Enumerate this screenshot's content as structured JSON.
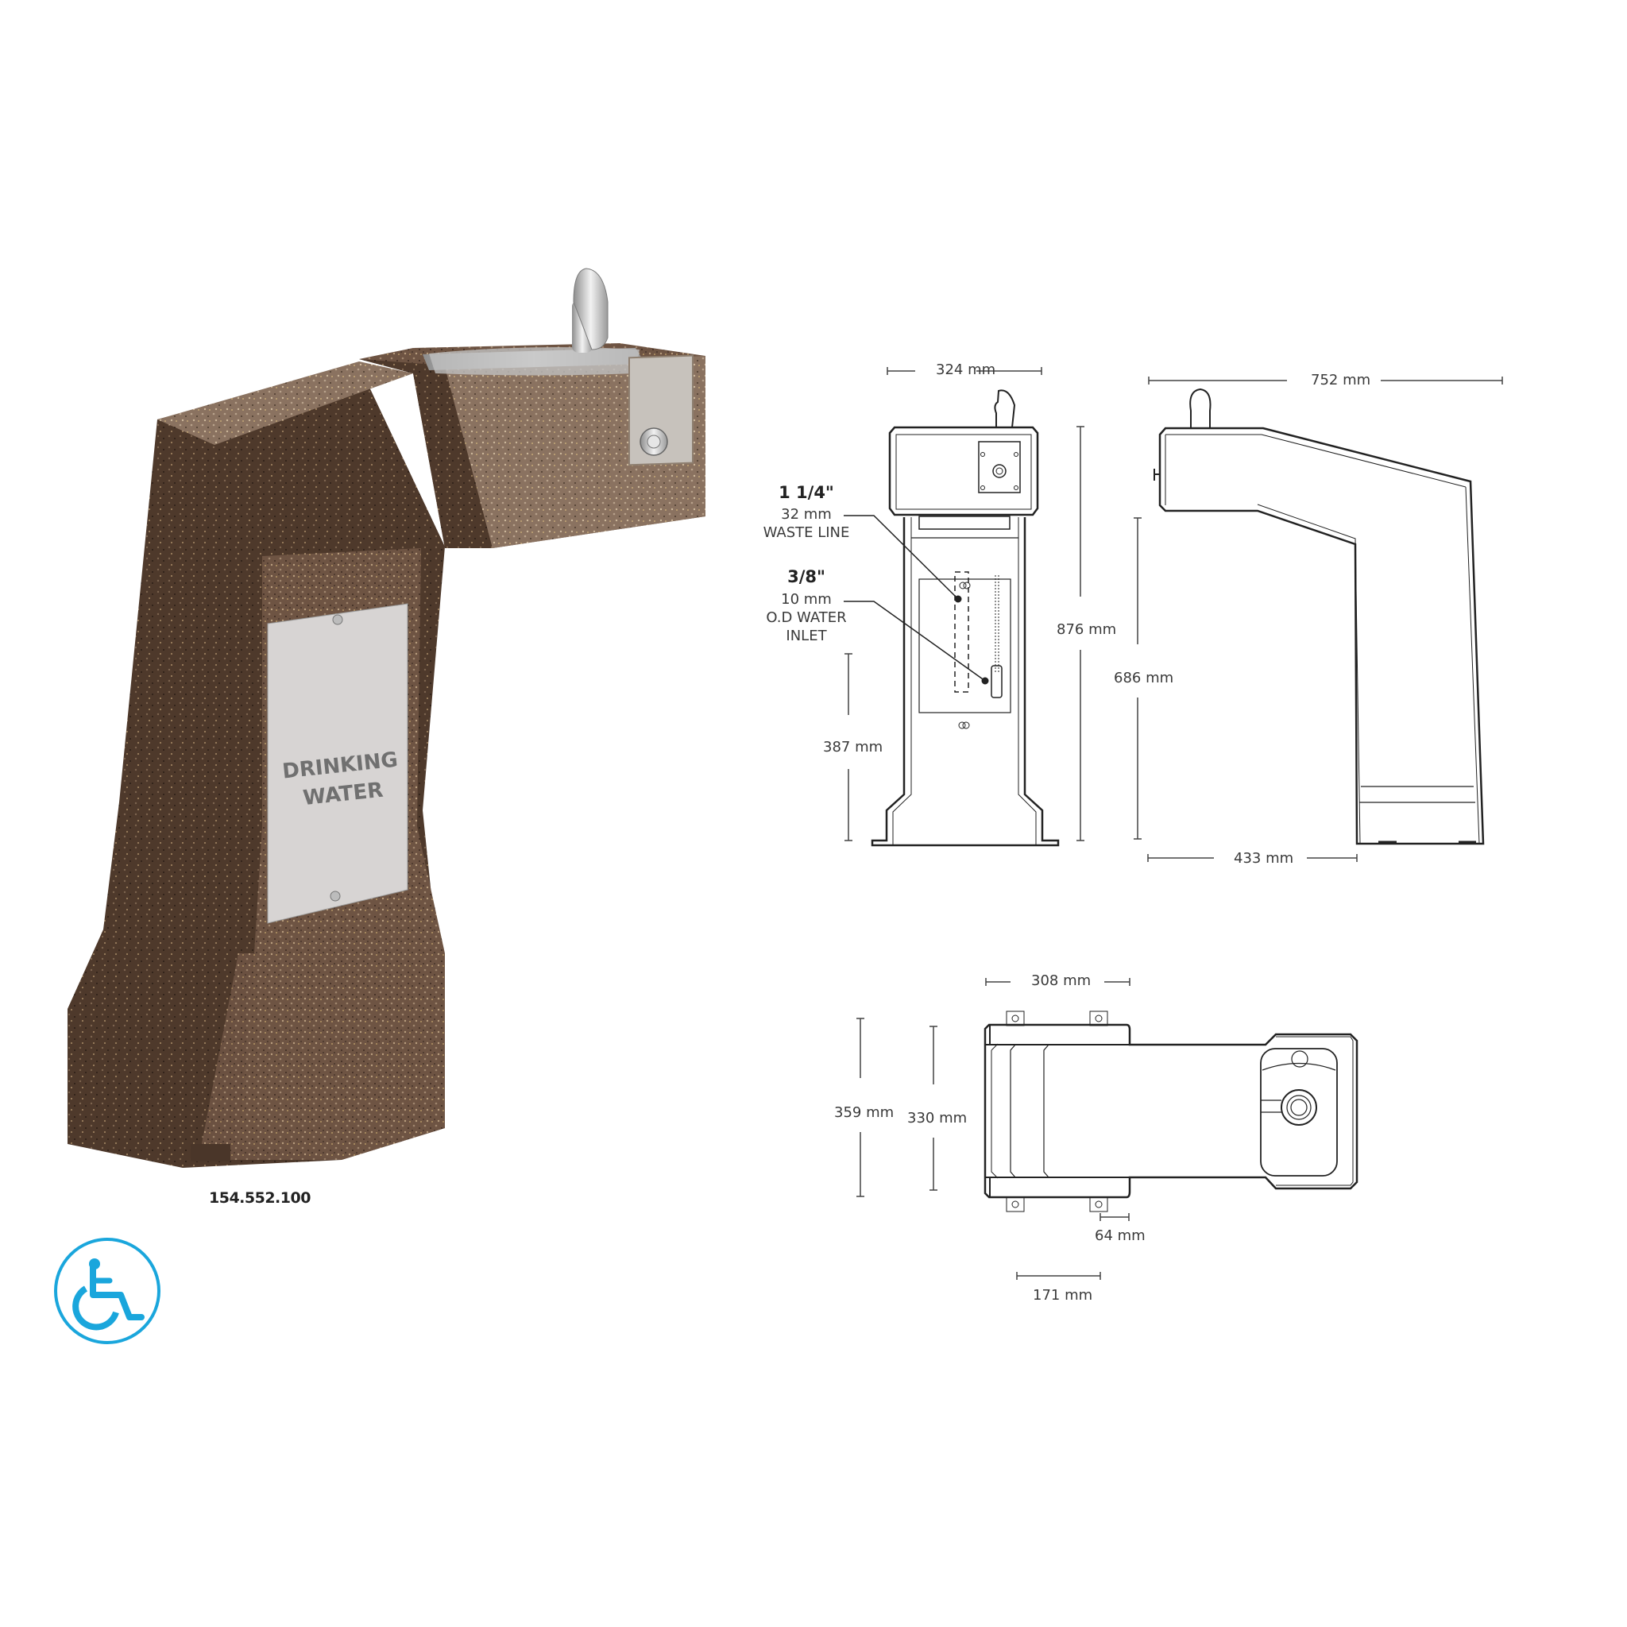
{
  "product": {
    "model_number": "154.552.100",
    "sign_text": [
      "DRINKING",
      "WATER"
    ],
    "accessibility_icon": "wheelchair-icon",
    "accent_color": "#1aa6dc",
    "stone_color": "#6b4f3c"
  },
  "front_view": {
    "width": "324 mm",
    "height_total": "876 mm",
    "height_inlet": "387 mm",
    "waste_line": {
      "size_in": "1 1/4\"",
      "size_mm": "32 mm",
      "label": "WASTE LINE"
    },
    "water_inlet": {
      "size_in": "3/8\"",
      "size_mm": "10 mm",
      "label_1": "O.D WATER",
      "label_2": "INLET"
    }
  },
  "side_view": {
    "depth_total": "752 mm",
    "height_clearance": "686 mm",
    "base_depth": "433 mm"
  },
  "top_view": {
    "base_width": "308 mm",
    "width_outer": "359 mm",
    "width_inner": "330 mm",
    "tab_spacing": "64 mm",
    "offset": "171 mm"
  }
}
